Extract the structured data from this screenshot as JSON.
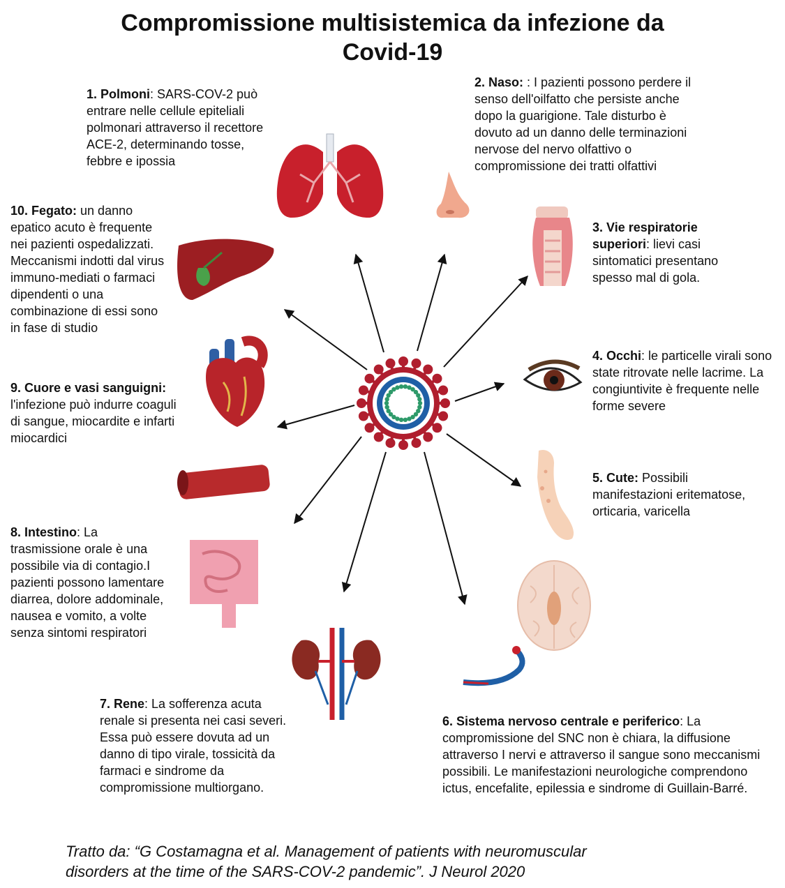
{
  "title": {
    "line1": "Compromissione multisistemica da infezione da",
    "line2": "Covid-19"
  },
  "organs": [
    {
      "label": "1. Polmoni",
      "text": ": SARS-COV-2 può entrare nelle cellule epiteliali polmonari attraverso il recettore ACE-2, determinando tosse, febbre e ipossia",
      "icon": "lungs-icon",
      "color": "#c8202c"
    },
    {
      "label": "2. Naso:",
      "text": " : I pazienti possono perdere il senso dell'oilfatto che persiste anche dopo la guarigione. Tale disturbo è dovuto ad un danno delle terminazioni nervose del nervo olfattivo o compromissione dei tratti olfattivi",
      "icon": "nose-icon",
      "color": "#f0a88e"
    },
    {
      "label": "3. Vie respiratorie superiori",
      "text": ": lievi casi sintomatici presentano spesso mal di gola.",
      "icon": "throat-icon",
      "color": "#e8868a"
    },
    {
      "label": "4. Occhi",
      "text": ": le particelle virali sono state ritrovate nelle lacrime. La congiuntivite è frequente nelle forme severe",
      "icon": "eye-icon",
      "color": "#6b2a1a"
    },
    {
      "label": "5. Cute:",
      "text": " Possibili manifestazioni eritematose, orticaria, varicella",
      "icon": "arm-skin-icon",
      "color": "#f6d2b8"
    },
    {
      "label": "6. Sistema nervoso centrale e periferico",
      "text": ": La compromissione del SNC non è chiara, la diffusione attraverso I nervi e attraverso il sangue sono meccanismi possibili. Le manifestazioni neurologiche comprendono ictus, encefalite, epilessia e sindrome di Guillain-Barré.",
      "icon": "brain-icon",
      "color": "#f3d9cc"
    },
    {
      "label": "7. Rene",
      "text": ": La sofferenza acuta renale si presenta nei casi severi. Essa può essere dovuta ad un danno di tipo virale, tossicità da farmaci e sindrome da compromissione multiorgano.",
      "icon": "kidneys-icon",
      "color": "#8a2a22"
    },
    {
      "label": "8. Intestino",
      "text": ": La trasmissione orale è una possibile via di contagio.I pazienti possono lamentare diarrea, dolore addominale, nausea e vomito, a volte senza sintomi respiratori",
      "icon": "intestine-icon",
      "color": "#f0a0b0"
    },
    {
      "label": "9. Cuore e vasi sanguigni:",
      "text": " l'infezione può indurre coaguli di sangue, miocardite e infarti miocardici",
      "icon": "heart-icon",
      "color": "#b8242a"
    },
    {
      "label": "10. Fegato:",
      "text": " un danno epatico acuto è frequente nei pazienti ospedalizzati. Meccanismi indotti dal virus immuno-mediati o farmaci dipendenti o una combinazione di essi sono in fase di studio",
      "icon": "liver-icon",
      "color": "#9c1e22"
    }
  ],
  "virus": {
    "icon": "coronavirus-icon",
    "outer": "#b01e2e",
    "ring": "#1f5fa6",
    "inner": "#2e9a6a"
  },
  "credit": {
    "line1": "Tratto da: “G Costamagna et al. Management of patients with neuromuscular",
    "line2": "disorders at the time of the SARS-COV-2 pandemic”. J Neurol 2020"
  }
}
